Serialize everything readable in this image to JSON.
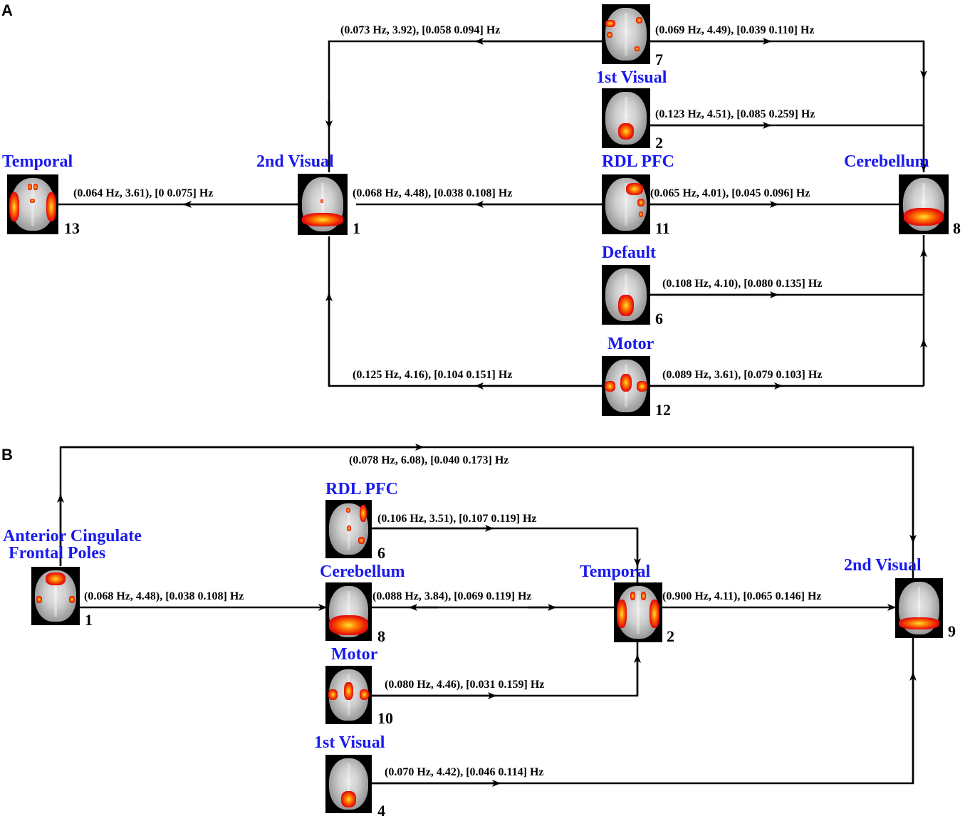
{
  "panels": {
    "a": {
      "letter": "A",
      "nodes": {
        "n7": {
          "title": "",
          "number": "7"
        },
        "n2": {
          "title": "1st Visual",
          "number": "2"
        },
        "n11": {
          "title": "RDL PFC",
          "number": "11"
        },
        "n6": {
          "title": "Default",
          "number": "6"
        },
        "n12": {
          "title": "Motor",
          "number": "12"
        },
        "n1": {
          "title": "2nd Visual",
          "number": "1"
        },
        "n13": {
          "title": "Temporal",
          "number": "13"
        },
        "n8": {
          "title": "Cerebellum",
          "number": "8"
        }
      },
      "edges": {
        "e7_1": "(0.073 Hz, 3.92), [0.058 0.094] Hz",
        "e7_8": "(0.069 Hz, 4.49), [0.039 0.110] Hz",
        "e2_8": "(0.123 Hz, 4.51), [0.085 0.259] Hz",
        "e1_13": "(0.064 Hz, 3.61), [0 0.075] Hz",
        "e11_1": "(0.068 Hz, 4.48), [0.038 0.108] Hz",
        "e11_8": "(0.065 Hz, 4.01), [0.045 0.096] Hz",
        "e6_8": "(0.108 Hz, 4.10), [0.080 0.135] Hz",
        "e12_1": "(0.125 Hz, 4.16), [0.104 0.151] Hz",
        "e12_8": "(0.089 Hz, 3.61), [0.079 0.103] Hz"
      }
    },
    "b": {
      "letter": "B",
      "nodes": {
        "n1": {
          "title_line1": "Anterior Cingulate",
          "title_line2": "Frontal Poles",
          "number": "1"
        },
        "n6": {
          "title": "RDL PFC",
          "number": "6"
        },
        "n8": {
          "title": "Cerebellum",
          "number": "8"
        },
        "n10": {
          "title": "Motor",
          "number": "10"
        },
        "n4": {
          "title": "1st Visual",
          "number": "4"
        },
        "n2": {
          "title": "Temporal",
          "number": "2"
        },
        "n9": {
          "title": "2nd Visual",
          "number": "9"
        }
      },
      "edges": {
        "e1_9": "(0.078 Hz, 6.08), [0.040 0.173] Hz",
        "e6_2": "(0.106 Hz, 3.51), [0.107 0.119] Hz",
        "e1_8": "(0.068 Hz, 4.48), [0.038 0.108] Hz",
        "e8_2": "(0.088 Hz, 3.84), [0.069 0.119] Hz",
        "e2_9": "(0.900 Hz, 4.11), [0.065 0.146] Hz",
        "e10_2": "(0.080 Hz, 4.46), [0.031 0.159] Hz",
        "e4_9": "(0.070 Hz, 4.42), [0.046 0.114] Hz"
      }
    }
  },
  "colors": {
    "title_blue": "#1a1aee",
    "line": "#000000",
    "activation_red": "#e8140a",
    "activation_yellow": "#ffe23a"
  }
}
